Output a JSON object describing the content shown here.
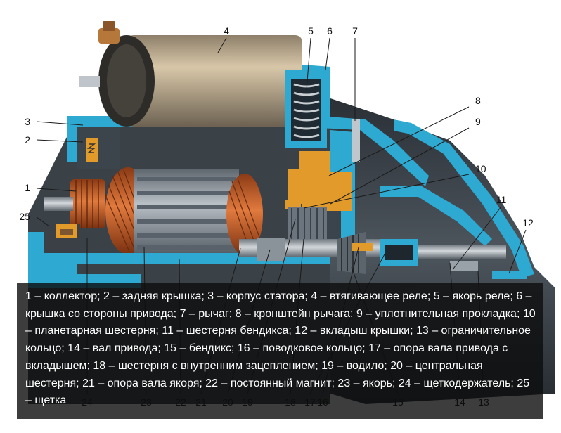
{
  "colors": {
    "housing": "#2ea9d1",
    "housing_dark": "#177f9e",
    "cutaway": "#4b545c",
    "solenoid": "#c9b596",
    "armature": "#9aa3ab",
    "copper": "#c8612c",
    "lever": "#e29b2b",
    "caption_bg": "#141414"
  },
  "callouts": [
    "1",
    "2",
    "3",
    "4",
    "5",
    "6",
    "7",
    "8",
    "9",
    "10",
    "11",
    "12",
    "13",
    "14",
    "15",
    "16",
    "17",
    "18",
    "19",
    "20",
    "21",
    "22",
    "23",
    "24",
    "25"
  ],
  "caption": "1 – коллектор; 2 – задняя крышка; 3 – корпус статора; 4 – втягивающее реле; 5 – якорь реле; 6 – крышка со стороны привода; 7 – рычаг; 8 – кронштейн рычага; 9 – уплотнительная прокладка; 10 – планетарная шестерня; 11 – шестерня бендикса; 12 – вкладыш крышки; 13 – ограничительное кольцо; 14 – вал привода; 15 – бендикс; 16 – поводковое кольцо; 17 – опора вала привода с вкладышем; 18 – шестерня с внутренним зацеплением; 19 – водило; 20 – центральная шестерня; 21 – опора вала якоря; 22 – постоянный магнит; 23 – якорь; 24 – щеткодержатель; 25 – щетка"
}
